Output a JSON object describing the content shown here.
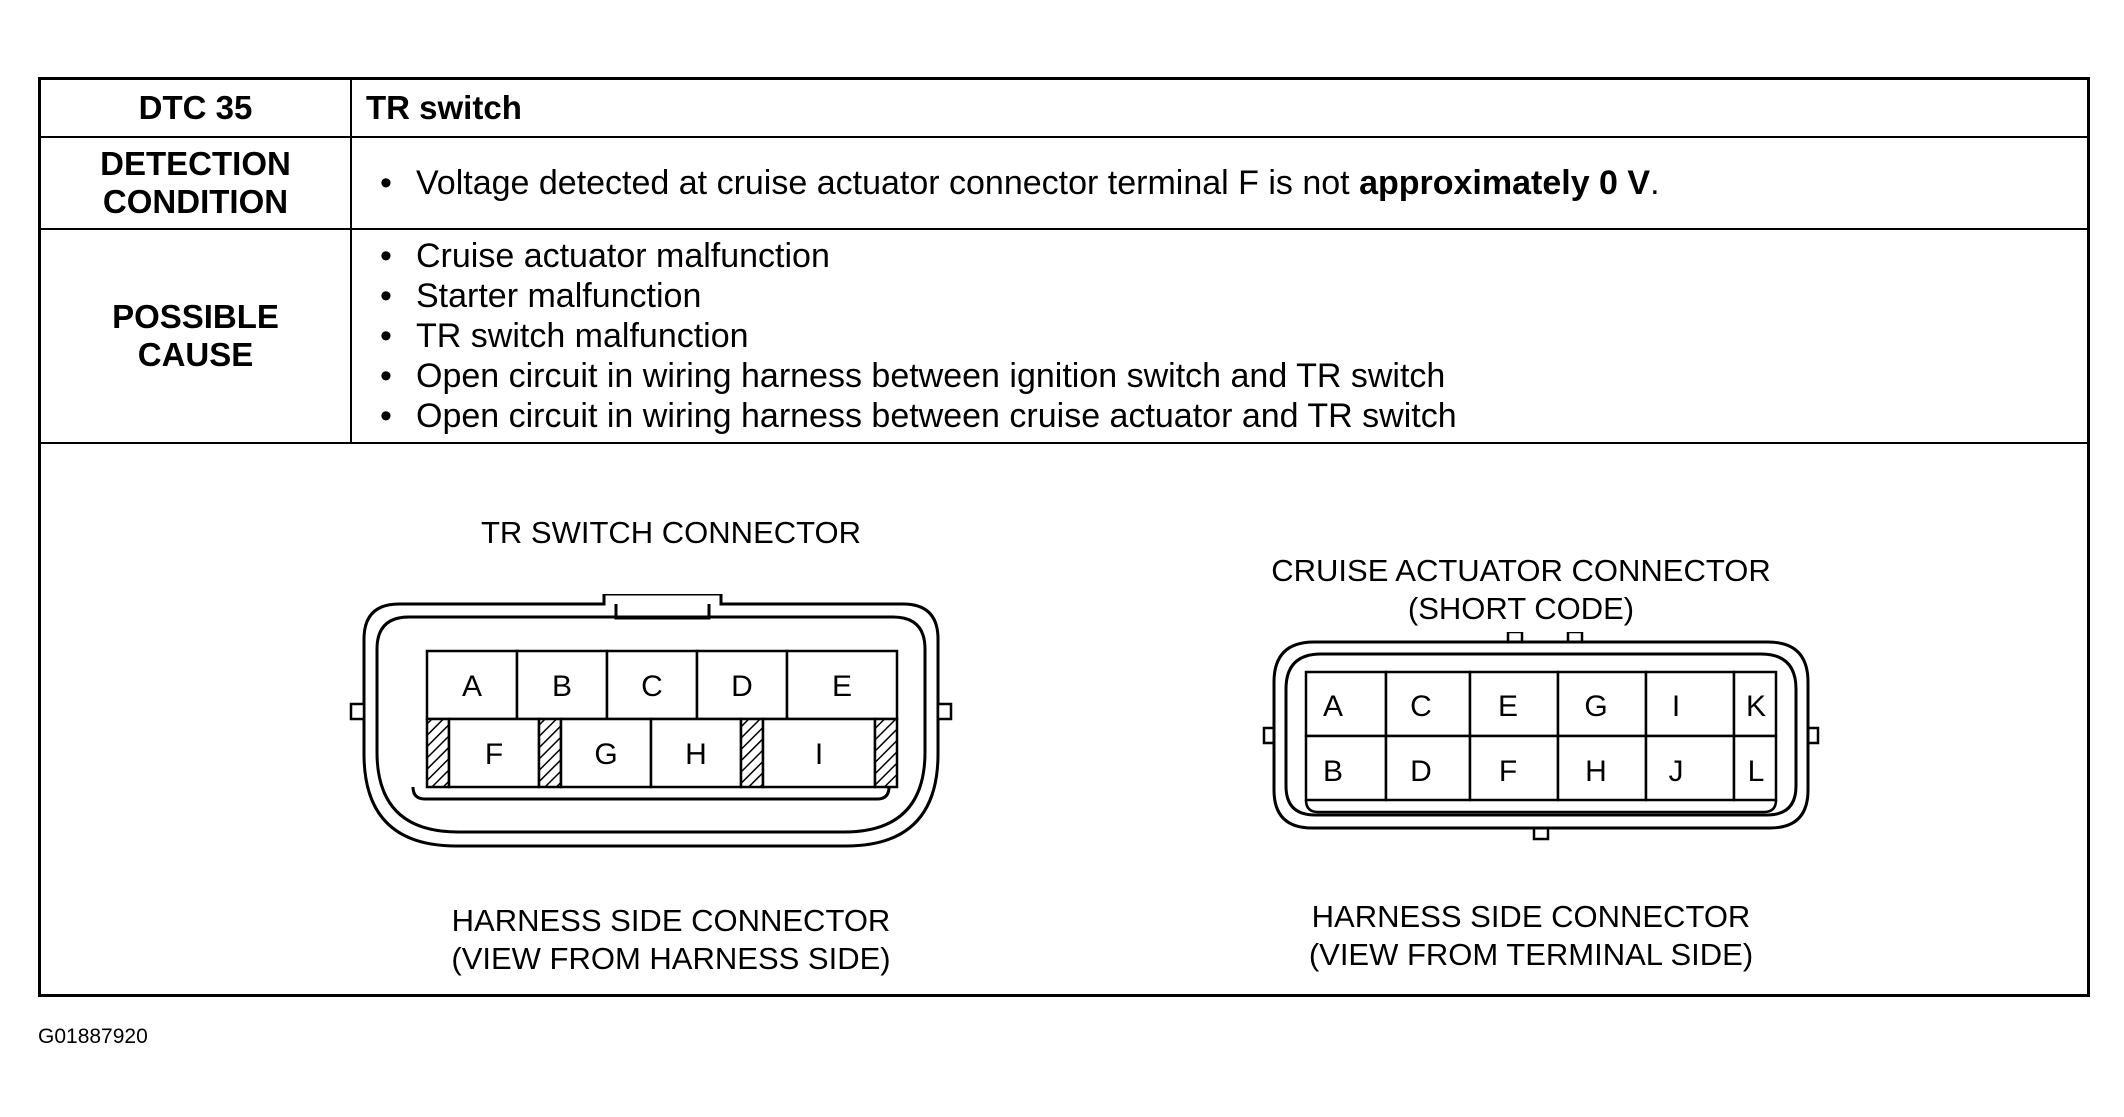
{
  "table": {
    "header": {
      "label": "DTC 35",
      "value": "TR switch"
    },
    "detection": {
      "label": "DETECTION\nCONDITION",
      "text_before": "Voltage detected at cruise actuator connector terminal F is not ",
      "text_bold": "approximately 0 V",
      "text_after": "."
    },
    "cause": {
      "label": "POSSIBLE\nCAUSE",
      "items": [
        "Cruise actuator malfunction",
        "Starter malfunction",
        "TR switch malfunction",
        "Open circuit in wiring harness between ignition switch and TR switch",
        "Open circuit in wiring harness between cruise actuator and TR switch"
      ]
    }
  },
  "tr_connector": {
    "title": "TR SWITCH CONNECTOR",
    "caption": "HARNESS SIDE CONNECTOR\n(VIEW FROM HARNESS SIDE)",
    "top_row": [
      "A",
      "B",
      "C",
      "D",
      "E"
    ],
    "bottom_row": [
      "F",
      "G",
      "H",
      "I"
    ]
  },
  "cruise_connector": {
    "title": "CRUISE ACTUATOR CONNECTOR\n(SHORT CODE)",
    "caption": "HARNESS SIDE CONNECTOR\n(VIEW FROM TERMINAL SIDE)",
    "top_row": [
      "A",
      "C",
      "E",
      "G",
      "I",
      "K"
    ],
    "bottom_row": [
      "B",
      "D",
      "F",
      "H",
      "J",
      "L"
    ]
  },
  "doc_id": "G01887920"
}
